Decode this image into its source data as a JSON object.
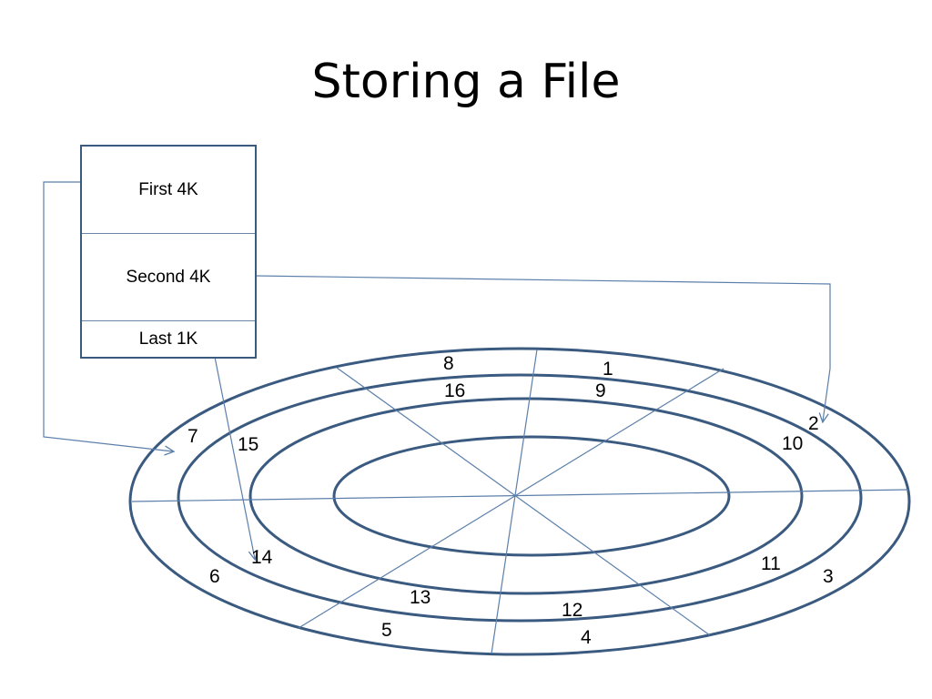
{
  "slide": {
    "title": "Storing a File"
  },
  "file": {
    "blocks": [
      {
        "label": "First 4K"
      },
      {
        "label": "Second 4K"
      },
      {
        "label": "Last 1K"
      }
    ]
  },
  "disk": {
    "sector_labels": [
      "1",
      "2",
      "3",
      "4",
      "5",
      "6",
      "7",
      "8",
      "9",
      "10",
      "11",
      "12",
      "13",
      "14",
      "15",
      "16"
    ]
  },
  "colors": {
    "track_stroke": "#3a5a80",
    "arrow_stroke": "#5b7faa",
    "divider_stroke": "#6a86a8"
  }
}
